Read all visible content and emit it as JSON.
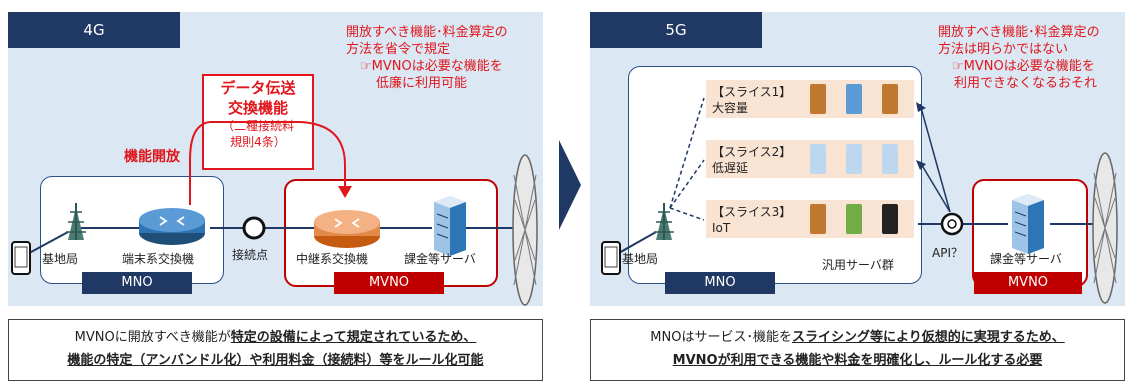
{
  "left": {
    "tab": "4G",
    "note_line1": "開放すべき機能･料金算定の",
    "note_line2": "方法を省令で規定",
    "note_sub1": "☞MVNOは必要な機能を",
    "note_sub2": "低廉に利用可能",
    "callout_title1": "データ伝送",
    "callout_title2": "交換機能",
    "callout_sub1": "（二種接続料",
    "callout_sub2": "規則4条）",
    "feature_open": "機能開放",
    "base_station": "基地局",
    "terminal_switch": "端末系交換機",
    "connection_point": "接続点",
    "relay_switch": "中継系交換機",
    "billing_server": "課金等サーバ",
    "mno": "MNO",
    "mvno": "MVNO",
    "bottom_a": "MVNOに開放すべき機能が",
    "bottom_b": "特定の設備によって規定されているため、",
    "bottom_c": "機能の特定（アンバンドル化）や利用料金（接続料）等をルール化可能"
  },
  "right": {
    "tab": "5G",
    "note_line1": "開放すべき機能･料金算定の",
    "note_line2": "方法は明らかではない",
    "note_sub1": "☞MVNOは必要な機能を",
    "note_sub2": "利用できなくなるおそれ",
    "slice1_a": "【スライス1】",
    "slice1_b": "大容量",
    "slice2_a": "【スライス2】",
    "slice2_b": "低遅延",
    "slice3_a": "【スライス3】",
    "slice3_b": "IoT",
    "base_station": "基地局",
    "server_group": "汎用サーバ群",
    "api": "API？",
    "billing_server": "課金等サーバ",
    "mno": "MNO",
    "mvno": "MVNO",
    "bottom_a": "MNOはサービス･機能を",
    "bottom_b": "スライシング等により仮想的に実現するため、",
    "bottom_c": "MVNOが利用できる機能や料金を明確化し、ルール化する必要"
  },
  "colors": {
    "navy": "#1f3864",
    "red": "#e0161c",
    "panel": "#dbe7f3",
    "slice": "#f9e3d2"
  },
  "icons": [
    "phone-icon",
    "antenna-icon",
    "router-icon",
    "server-icon",
    "network-cloud-icon",
    "arrow-icon"
  ]
}
